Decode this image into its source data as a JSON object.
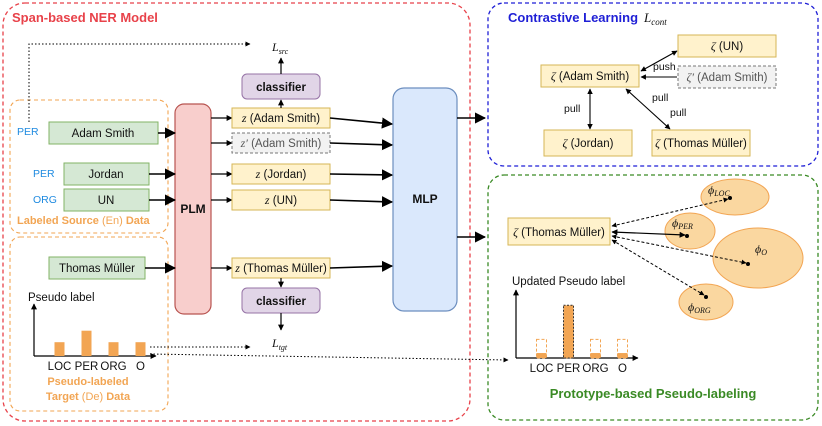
{
  "colors": {
    "red": "#e8424a",
    "blue": "#1f1fd6",
    "green": "#3a8a25",
    "orange": "#f2a553",
    "label_blue": "#1e8ae0",
    "span_fill": "#d5e8d4",
    "span_stroke": "#82b366",
    "emb_fill": "#fff2cc",
    "emb_stroke": "#d6b656",
    "plm_fill": "#f8cecc",
    "plm_stroke": "#b85450",
    "mlp_fill": "#dae8fc",
    "mlp_stroke": "#6c8ebf",
    "cls_fill": "#e1d5e7",
    "cls_stroke": "#9673a6",
    "proto_fill": "#fad7a0"
  },
  "ner_panel": {
    "title": "Span-based NER Model"
  },
  "source": {
    "caption_parts": [
      "Labeled Source ",
      "(En)",
      " Data"
    ],
    "rows": [
      {
        "tag": "PER",
        "span": "Adam Smith"
      },
      {
        "tag": "PER",
        "span": "Jordan"
      },
      {
        "tag": "ORG",
        "span": "UN"
      }
    ]
  },
  "target": {
    "span": "Thomas Müller",
    "chart_title": "Pseudo label",
    "caption_line1": "Pseudo-labeled",
    "caption_line2_parts": [
      "Target ",
      "(De)",
      " Data"
    ]
  },
  "chart_data": [
    {
      "type": "bar",
      "title": "Pseudo label",
      "categories": [
        "LOC",
        "PER",
        "ORG",
        "O"
      ],
      "values": [
        0.3,
        0.55,
        0.3,
        0.3
      ]
    },
    {
      "type": "bar",
      "title": "Updated Pseudo label",
      "categories": [
        "LOC",
        "PER",
        "ORG",
        "O"
      ],
      "values": [
        0.08,
        0.85,
        0.08,
        0.08
      ],
      "previous_values": [
        0.3,
        0.55,
        0.3,
        0.3
      ]
    }
  ],
  "plm_label": "PLM",
  "mlp_label": "MLP",
  "classifier_label": "classifier",
  "embeddings": [
    {
      "sym": "z",
      "text": " (Adam Smith)"
    },
    {
      "sym": "z′",
      "text": " (Adam Smith)"
    },
    {
      "sym": "z",
      "text": " (Jordan)"
    },
    {
      "sym": "z",
      "text": " (UN)"
    },
    {
      "sym": "z",
      "text": " (Thomas Müller)"
    }
  ],
  "losses": {
    "src": {
      "sym": "L",
      "sub": "src"
    },
    "tgt": {
      "sym": "L",
      "sub": "tgt"
    }
  },
  "contrastive": {
    "title": "Contrastive Learning",
    "loss_sym": "L",
    "loss_sub": "cont",
    "nodes": [
      {
        "sym": "ζ",
        "text": " (Adam Smith)"
      },
      {
        "sym": "ζ",
        "text": " (UN)"
      },
      {
        "sym": "ζ′",
        "text": " (Adam Smith)"
      },
      {
        "sym": "ζ",
        "text": " (Jordan)"
      },
      {
        "sym": "ζ",
        "text": " (Thomas Müller)"
      }
    ],
    "edges": [
      "push",
      "pull",
      "pull",
      "pull"
    ]
  },
  "prototype": {
    "title": "Prototype-based Pseudo-labeling",
    "node": {
      "sym": "ζ",
      "text": " (Thomas Müller)"
    },
    "prototypes": [
      {
        "sym": "ϕ",
        "sub": "LOC"
      },
      {
        "sym": "ϕ",
        "sub": "PER"
      },
      {
        "sym": "ϕ",
        "sub": "O"
      },
      {
        "sym": "ϕ",
        "sub": "ORG"
      }
    ],
    "chart_title": "Updated Pseudo label"
  }
}
